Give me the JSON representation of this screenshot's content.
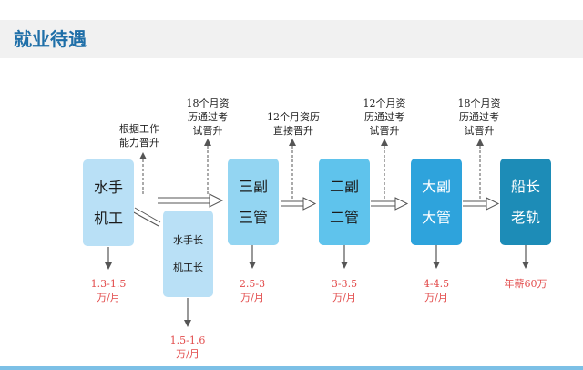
{
  "header": {
    "title": "就业待遇"
  },
  "boxes": [
    {
      "lines": [
        "水手",
        "机工"
      ],
      "fill": "#b9e0f6",
      "text_color": "#1a1a1a"
    },
    {
      "lines": [
        "水手长",
        "机工长"
      ],
      "fill": "#b9e0f6",
      "text_color": "#1a1a1a"
    },
    {
      "lines": [
        "三副",
        "三管"
      ],
      "fill": "#93d5f2",
      "text_color": "#1a1a1a"
    },
    {
      "lines": [
        "二副",
        "二管"
      ],
      "fill": "#5fc3ec",
      "text_color": "#1a1a1a"
    },
    {
      "lines": [
        "大副",
        "大管"
      ],
      "fill": "#2ea3dc",
      "text_color": "#ffffff"
    },
    {
      "lines": [
        "船长",
        "老轨"
      ],
      "fill": "#1d8cb7",
      "text_color": "#ffffff"
    }
  ],
  "notes": [
    {
      "lines": [
        "根据工作",
        "能力晋升"
      ]
    },
    {
      "lines": [
        "18个月资",
        "历通过考",
        "试晋升"
      ]
    },
    {
      "lines": [
        "12个月资历",
        "直接晋升"
      ]
    },
    {
      "lines": [
        "12个月资",
        "历通过考",
        "试晋升"
      ]
    },
    {
      "lines": [
        "18个月资",
        "历通过考",
        "试晋升"
      ]
    }
  ],
  "salaries": [
    {
      "lines": [
        "1.3-1.5",
        "万/月"
      ]
    },
    {
      "lines": [
        "1.5-1.6",
        "万/月"
      ]
    },
    {
      "lines": [
        "2.5-3",
        "万/月"
      ]
    },
    {
      "lines": [
        "3-3.5",
        "万/月"
      ]
    },
    {
      "lines": [
        "4-4.5",
        "万/月"
      ]
    },
    {
      "lines": [
        "年薪60万"
      ]
    }
  ],
  "colors": {
    "accent": "#1f6fa8",
    "salary": "#e24a4a",
    "arrow": "#555555"
  }
}
